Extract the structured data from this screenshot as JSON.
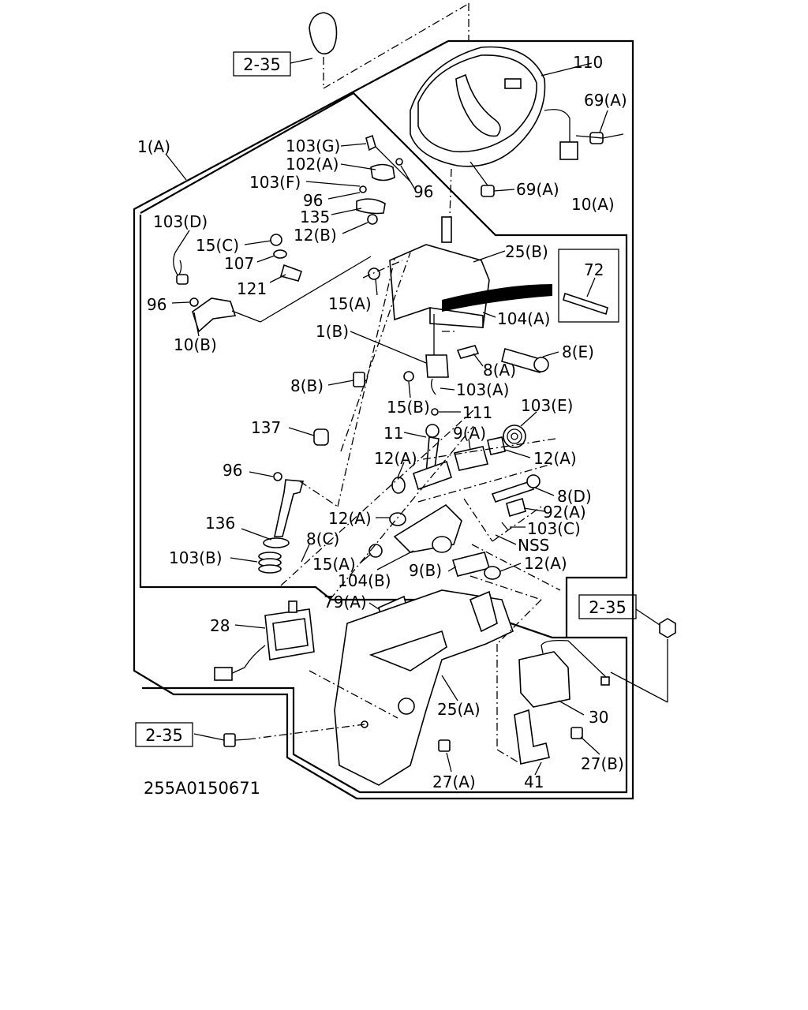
{
  "diagram": {
    "drawing_number": "255A0150671",
    "page_refs": [
      "2-35",
      "2-35",
      "2-35"
    ],
    "callouts": {
      "c110": "110",
      "c69a_1": "69(A)",
      "c69a_2": "69(A)",
      "c10a": "10(A)",
      "c1a": "1(A)",
      "c103g": "103(G)",
      "c102a": "102(A)",
      "c103f": "103(F)",
      "c96_1": "96",
      "c96_2": "96",
      "c135": "135",
      "c12b": "12(B)",
      "c103d": "103(D)",
      "c15c": "15(C)",
      "c107": "107",
      "c121": "121",
      "c96_3": "96",
      "c10b": "10(B)",
      "c25b": "25(B)",
      "c72": "72",
      "c15a_1": "15(A)",
      "c104a": "104(A)",
      "c1b": "1(B)",
      "c8e": "8(E)",
      "c8a": "8(A)",
      "c8b": "8(B)",
      "c103a": "103(A)",
      "c15b": "15(B)",
      "c111": "111",
      "c103e": "103(E)",
      "c137": "137",
      "c11": "11",
      "c9a": "9(A)",
      "c12a_1": "12(A)",
      "c12a_2": "12(A)",
      "c96_4": "96",
      "c8d": "8(D)",
      "c92a": "92(A)",
      "c12a_3": "12(A)",
      "c103c": "103(C)",
      "c136": "136",
      "c8c": "8(C)",
      "cnss": "NSS",
      "c103b": "103(B)",
      "c15a_2": "15(A)",
      "c9b": "9(B)",
      "c12a_4": "12(A)",
      "c104b": "104(B)",
      "c79a": "79(A)",
      "c28": "28",
      "c25a": "25(A)",
      "c30": "30",
      "c27b": "27(B)",
      "c27a": "27(A)",
      "c41": "41"
    }
  }
}
